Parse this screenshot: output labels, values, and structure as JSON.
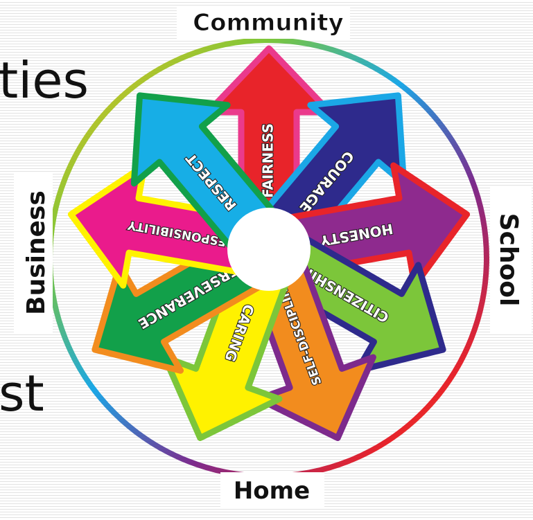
{
  "background_text": {
    "top_fragment": "ties",
    "bottom_fragment": "st"
  },
  "diagram": {
    "outer_labels": {
      "top": "Community",
      "right": "School",
      "bottom": "Home",
      "left": "Business"
    },
    "arrows": [
      {
        "label": "FAIRNESS",
        "fill": "#e8242a",
        "border": "#ea3a8c"
      },
      {
        "label": "COURAGE",
        "fill": "#2e2a8c",
        "border": "#1ba7e6"
      },
      {
        "label": "HONESTY",
        "fill": "#8e2a8e",
        "border": "#e8242a"
      },
      {
        "label": "CITIZENSHIP",
        "fill": "#7cc63a",
        "border": "#2e2a8c"
      },
      {
        "label": "SELF-DISCIPLINE",
        "fill": "#f28c1e",
        "border": "#7d2a8c"
      },
      {
        "label": "CARING",
        "fill": "#fff200",
        "border": "#7cc63a"
      },
      {
        "label": "PERSEVERANCE",
        "fill": "#12a04a",
        "border": "#f28c1e"
      },
      {
        "label": "RESPONSIBILITY",
        "fill": "#ea1b8c",
        "border": "#fff200"
      },
      {
        "label": "RESPECT",
        "fill": "#17aee6",
        "border": "#12a04a"
      }
    ]
  }
}
